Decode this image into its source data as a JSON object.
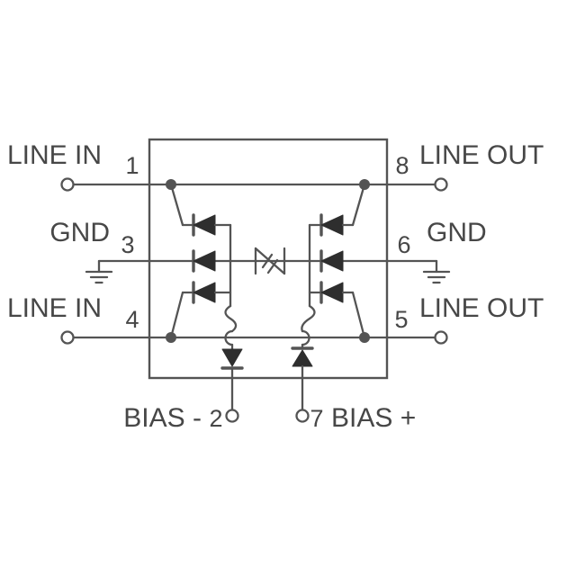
{
  "colors": {
    "background": "#ffffff",
    "stroke": "#545454",
    "text": "#474747",
    "diode": "#2e2e2e"
  },
  "pins": {
    "p1": {
      "number": "1",
      "label": "LINE IN"
    },
    "p2": {
      "number": "2",
      "label": "BIAS -"
    },
    "p3": {
      "number": "3",
      "label": "GND"
    },
    "p4": {
      "number": "4",
      "label": "LINE IN"
    },
    "p5": {
      "number": "5",
      "label": "LINE OUT"
    },
    "p6": {
      "number": "6",
      "label": "GND"
    },
    "p7": {
      "number": "7",
      "label": "BIAS +"
    },
    "p8": {
      "number": "8",
      "label": "LINE OUT"
    }
  },
  "components": {
    "ic_outline": "package-body",
    "steering_diode_count": 6,
    "bias_diode_count": 2,
    "center_element": "bidirectional-suppressor",
    "ground_symbols": 2
  }
}
